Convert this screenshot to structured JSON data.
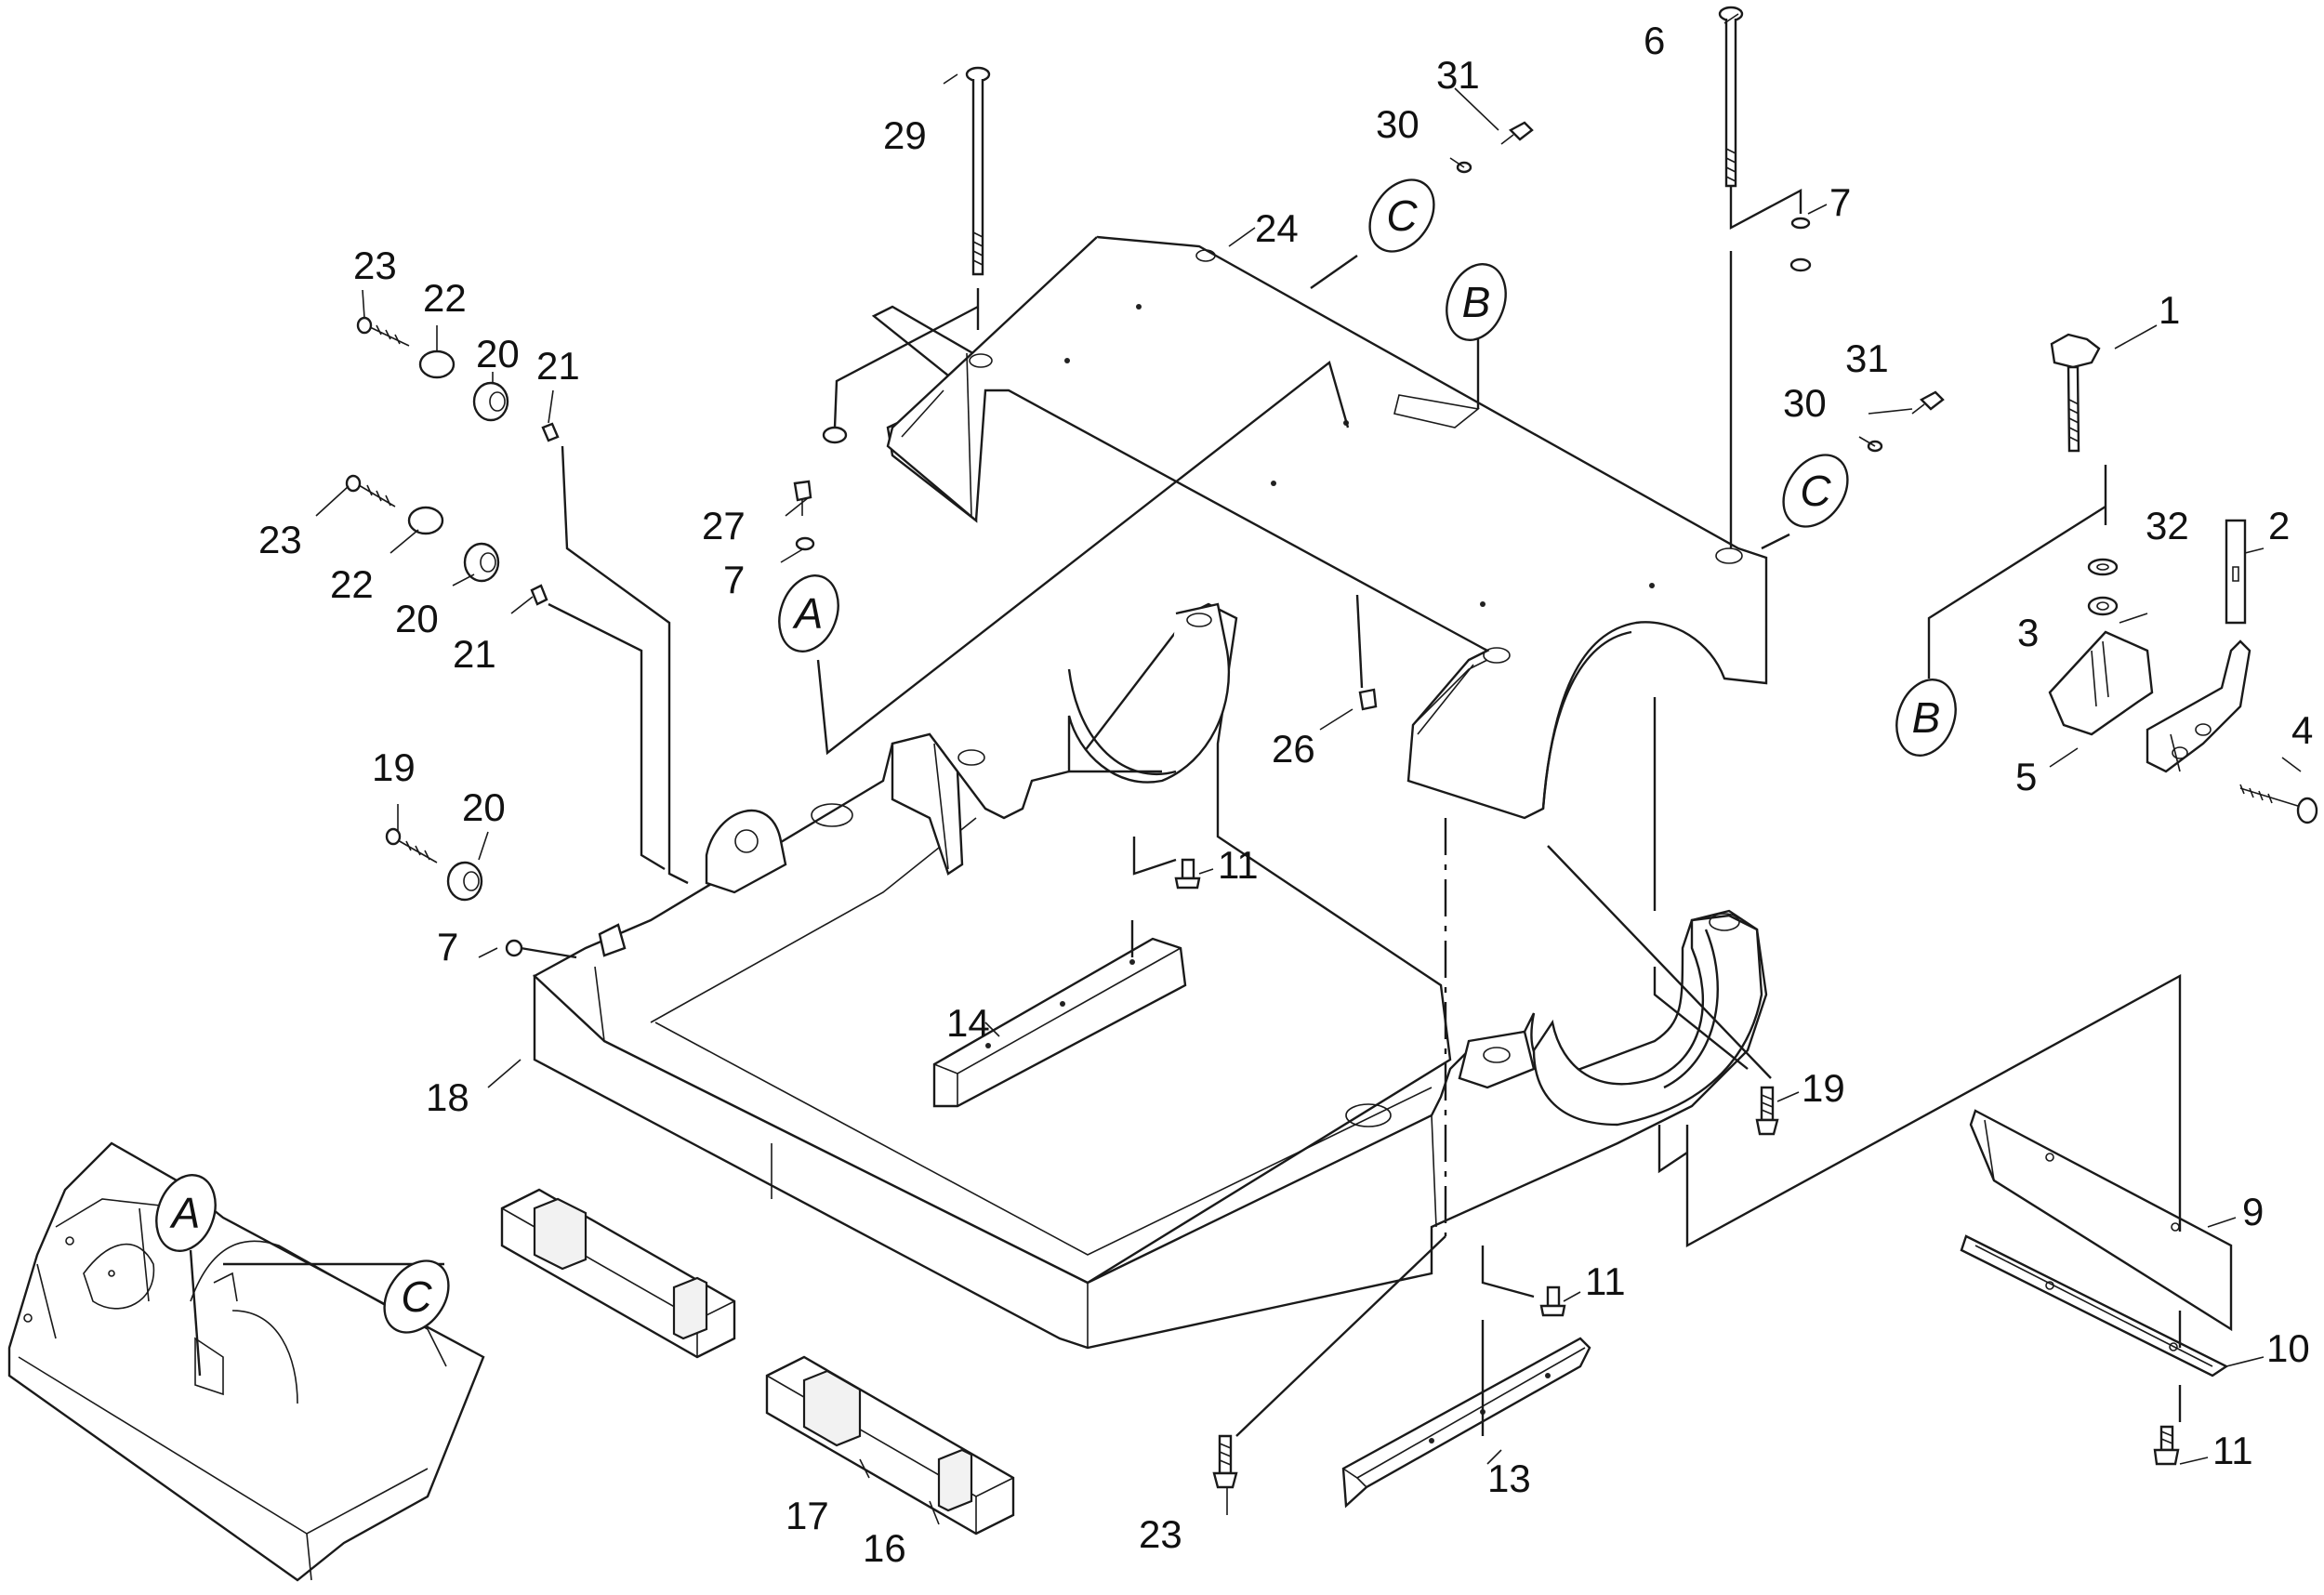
{
  "diagram": {
    "callouts": [
      {
        "id": "c1",
        "text": "1"
      },
      {
        "id": "c2",
        "text": "2"
      },
      {
        "id": "c3",
        "text": "3"
      },
      {
        "id": "c4",
        "text": "4"
      },
      {
        "id": "c5",
        "text": "5"
      },
      {
        "id": "c6",
        "text": "6"
      },
      {
        "id": "c7a",
        "text": "7"
      },
      {
        "id": "c7b",
        "text": "7"
      },
      {
        "id": "c7c",
        "text": "7"
      },
      {
        "id": "c9",
        "text": "9"
      },
      {
        "id": "c10",
        "text": "10"
      },
      {
        "id": "c11a",
        "text": "11"
      },
      {
        "id": "c11b",
        "text": "11"
      },
      {
        "id": "c11c",
        "text": "11"
      },
      {
        "id": "c13",
        "text": "13"
      },
      {
        "id": "c14",
        "text": "14"
      },
      {
        "id": "c16",
        "text": "16"
      },
      {
        "id": "c17",
        "text": "17"
      },
      {
        "id": "c18",
        "text": "18"
      },
      {
        "id": "c19a",
        "text": "19"
      },
      {
        "id": "c19b",
        "text": "19"
      },
      {
        "id": "c20a",
        "text": "20"
      },
      {
        "id": "c20b",
        "text": "20"
      },
      {
        "id": "c20c",
        "text": "20"
      },
      {
        "id": "c21a",
        "text": "21"
      },
      {
        "id": "c21b",
        "text": "21"
      },
      {
        "id": "c22a",
        "text": "22"
      },
      {
        "id": "c22b",
        "text": "22"
      },
      {
        "id": "c23a",
        "text": "23"
      },
      {
        "id": "c23b",
        "text": "23"
      },
      {
        "id": "c23c",
        "text": "23"
      },
      {
        "id": "c24",
        "text": "24"
      },
      {
        "id": "c26",
        "text": "26"
      },
      {
        "id": "c27",
        "text": "27"
      },
      {
        "id": "c29",
        "text": "29"
      },
      {
        "id": "c30a",
        "text": "30"
      },
      {
        "id": "c30b",
        "text": "30"
      },
      {
        "id": "c31a",
        "text": "31"
      },
      {
        "id": "c31b",
        "text": "31"
      },
      {
        "id": "c32",
        "text": "32"
      }
    ],
    "reference_markers": [
      {
        "id": "A1",
        "text": "A"
      },
      {
        "id": "A2",
        "text": "A"
      },
      {
        "id": "B1",
        "text": "B"
      },
      {
        "id": "B2",
        "text": "B"
      },
      {
        "id": "C1",
        "text": "C"
      },
      {
        "id": "C2",
        "text": "C"
      },
      {
        "id": "C3",
        "text": "C"
      }
    ]
  }
}
